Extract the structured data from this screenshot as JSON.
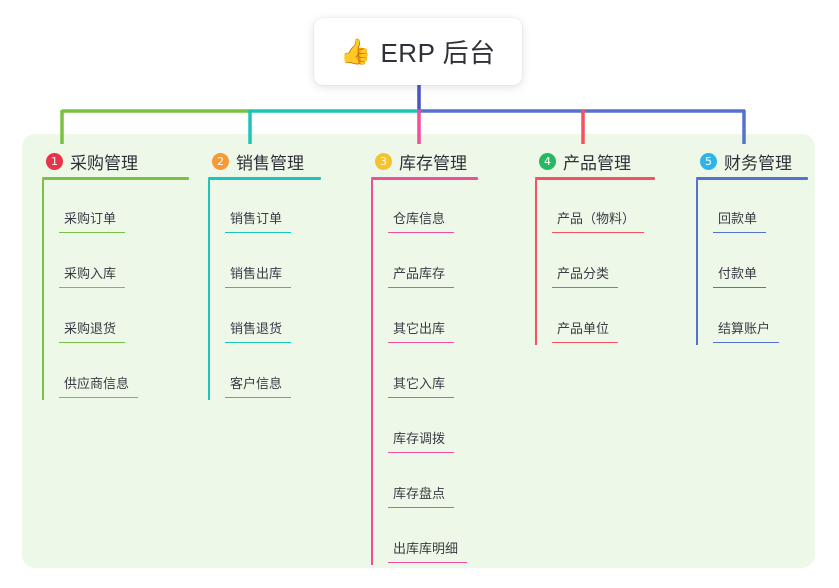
{
  "diagram": {
    "type": "mindmap",
    "title": "ERP 后台",
    "root": {
      "emoji": "👍",
      "emoji_name": "thumbs-up-icon",
      "label": "ERP 后台"
    },
    "panel_color": "#eef8e9",
    "branches": [
      {
        "number": "1",
        "label": "采购管理",
        "badge_color": "#e8334a",
        "line_color": "#7ac143",
        "items": [
          "采购订单",
          "采购入库",
          "采购退货",
          "供应商信息"
        ]
      },
      {
        "number": "2",
        "label": "销售管理",
        "badge_color": "#f59a35",
        "line_color": "#1cc5b7",
        "items": [
          "销售订单",
          "销售出库",
          "销售退货",
          "客户信息"
        ]
      },
      {
        "number": "3",
        "label": "库存管理",
        "badge_color": "#f5c32c",
        "line_color": "#ef4e9b",
        "items": [
          "仓库信息",
          "产品库存",
          "其它出库",
          "其它入库",
          "库存调拨",
          "库存盘点",
          "出库库明细"
        ]
      },
      {
        "number": "4",
        "label": "产品管理",
        "badge_color": "#27b862",
        "line_color": "#f5515f",
        "items": [
          "产品（物料）",
          "产品分类",
          "产品单位"
        ]
      },
      {
        "number": "5",
        "label": "财务管理",
        "badge_color": "#2fb4e9",
        "line_color": "#5672cf",
        "items": [
          "回款单",
          "付款单",
          "结算账户"
        ]
      }
    ],
    "root_stem_color": "#4a53c4"
  }
}
